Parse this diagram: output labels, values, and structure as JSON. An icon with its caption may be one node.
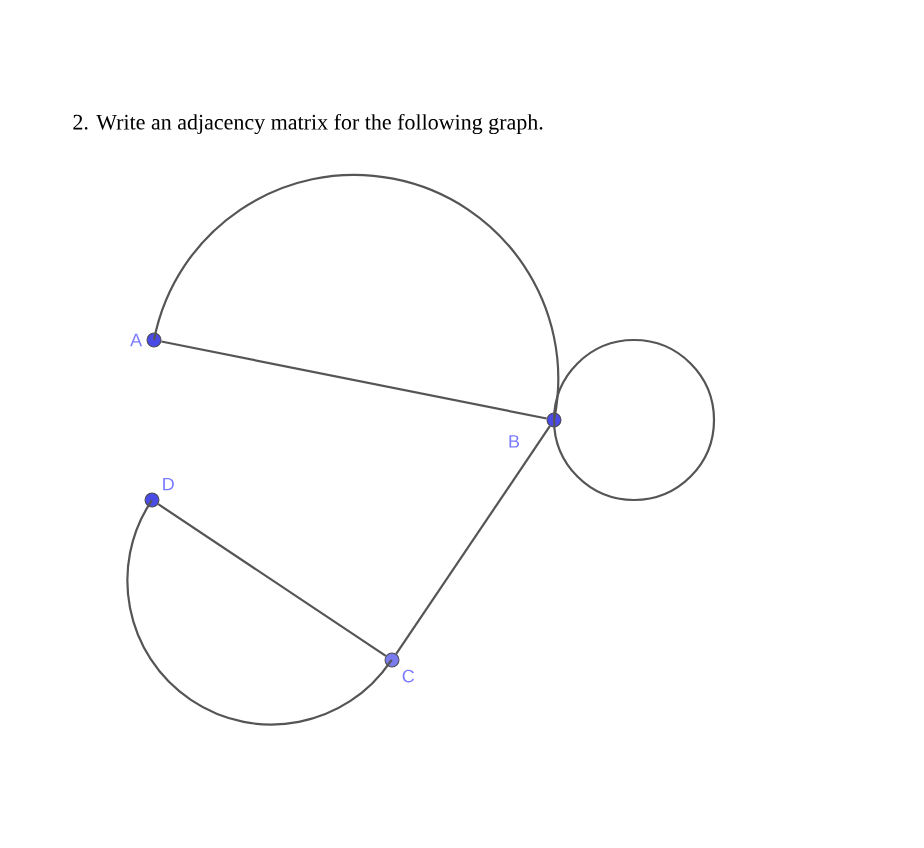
{
  "diagram": {
    "title": "2. Write an adjacency matrix for the following graph.",
    "nodes": [
      {
        "text": [
          "A"
        ]
      },
      {
        "text": [
          "B"
        ]
      },
      {
        "text": [
          "C"
        ]
      },
      {
        "text": [
          "D"
        ]
      }
    ],
    "edges": [
      {
        "from": 0,
        "to": 1,
        "arrow": "none"
      },
      {
        "from": 0,
        "to": 1,
        "arrow": "none"
      },
      {
        "from": 1,
        "to": 1,
        "arrow": "none"
      },
      {
        "from": 1,
        "to": 2,
        "arrow": "none"
      },
      {
        "from": 3,
        "to": 2,
        "arrow": "none"
      },
      {
        "from": 3,
        "to": 2,
        "arrow": "none"
      }
    ]
  }
}
